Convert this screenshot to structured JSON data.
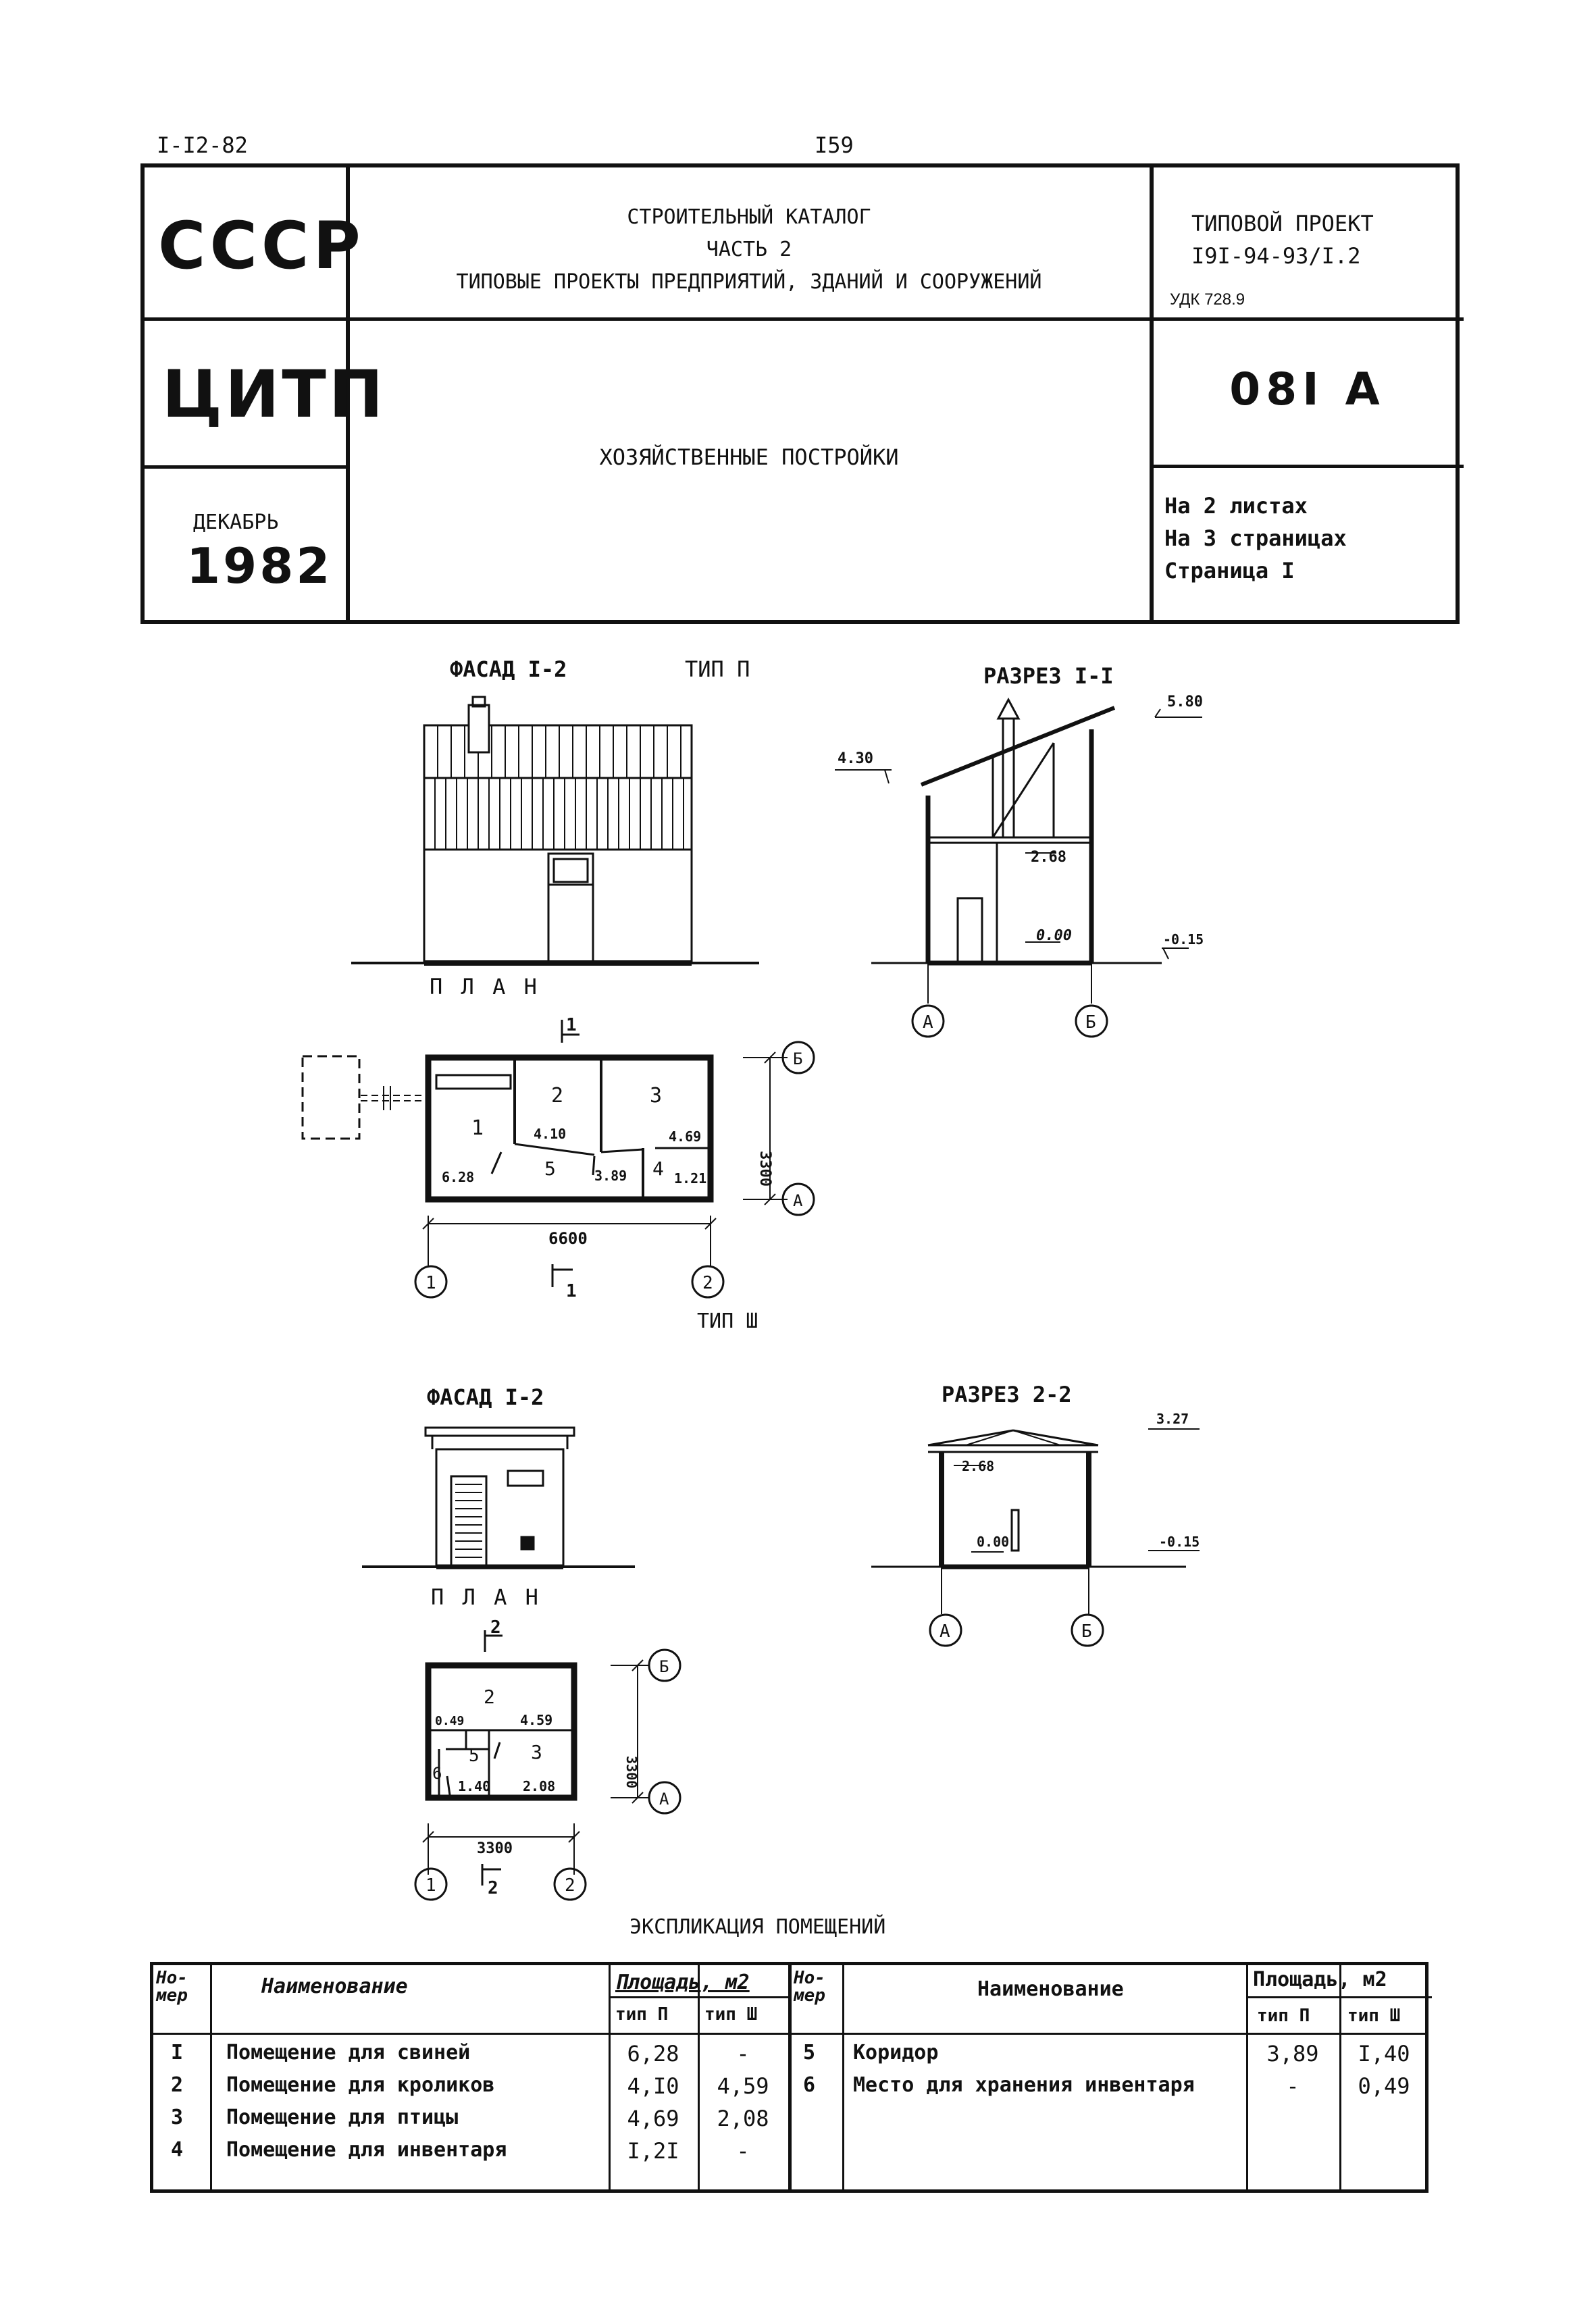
{
  "top": {
    "left_code": "I-I2-82",
    "page_no": "I59"
  },
  "header": {
    "ussr": "СССР",
    "citp": "ЦИТП",
    "month": "ДЕКАБРЬ",
    "year": "1982",
    "catalog_line1": "СТРОИТЕЛЬНЫЙ КАТАЛОГ",
    "catalog_line2": "ЧАСТЬ 2",
    "catalog_line3": "ТИПОВЫЕ ПРОЕКТЫ ПРЕДПРИЯТИЙ, ЗДАНИЙ И СООРУЖЕНИЙ",
    "title": "ХОЗЯЙСТВЕННЫЕ ПОСТРОЙКИ",
    "project_label": "ТИПОВОЙ ПРОЕКТ",
    "project_no": "I9I-94-93/I.2",
    "udk": "УДК 728.9",
    "code": "08I A",
    "sheets": "На 2 листах",
    "pages": "На 3 страницах",
    "page": "Страница I"
  },
  "drawings": {
    "type2": {
      "facade_title": "ФАСАД I-2",
      "type_label": "ТИП  П",
      "section_title": "РАЗРЕЗ I-I",
      "plan_title": "П Л А Н",
      "elev_top": "5.80",
      "elev_left": "4.30",
      "elev_ceiling": "2.68",
      "elev_floor": "0.00",
      "elev_ground": "-0.15",
      "axis_a": "А",
      "axis_b": "Б",
      "axis_1": "1",
      "axis_2": "2",
      "cut_mark": "1",
      "width_dim": "6600",
      "depth_dim": "3300",
      "rooms": [
        {
          "no": "1",
          "area": "6.28"
        },
        {
          "no": "2",
          "area": "4.10"
        },
        {
          "no": "3",
          "area": "4.69"
        },
        {
          "no": "4",
          "area": "1.21"
        },
        {
          "no": "5",
          "area": "3.89"
        }
      ]
    },
    "type3": {
      "type_label": "ТИП  Ш",
      "facade_title": "ФАСАД I-2",
      "section_title": "РАЗРЕЗ 2-2",
      "plan_title": "П Л А Н",
      "elev_top": "3.27",
      "elev_ceiling": "2.68",
      "elev_floor": "0.00",
      "elev_ground": "-0.15",
      "axis_a": "А",
      "axis_b": "Б",
      "axis_1": "1",
      "axis_2": "2",
      "cut_mark": "2",
      "width_dim": "3300",
      "depth_dim": "3300",
      "rooms": [
        {
          "no": "2",
          "area": "4.59"
        },
        {
          "no": "3",
          "area": "2.08"
        },
        {
          "no": "5",
          "area": "1.40"
        },
        {
          "no": "6",
          "area": "0.49"
        }
      ]
    }
  },
  "table": {
    "title": "ЭКСПЛИКАЦИЯ ПОМЕЩЕНИЙ",
    "col_no": "Но-мер",
    "col_name": "Наименование",
    "col_area": "Площадь, м2",
    "col_t2": "тип П",
    "col_t3": "тип Ш",
    "left_rows": [
      {
        "no": "I",
        "name": "Помещение для свиней",
        "t2": "6,28",
        "t3": "-"
      },
      {
        "no": "2",
        "name": "Помещение для кроликов",
        "t2": "4,I0",
        "t3": "4,59"
      },
      {
        "no": "3",
        "name": "Помещение для птицы",
        "t2": "4,69",
        "t3": "2,08"
      },
      {
        "no": "4",
        "name": "Помещение для инвентаря",
        "t2": "I,2I",
        "t3": "-"
      }
    ],
    "right_rows": [
      {
        "no": "5",
        "name": "Коридор",
        "t2": "3,89",
        "t3": "I,40"
      },
      {
        "no": "6",
        "name": "Место для хранения инвентаря",
        "t2": "-",
        "t3": "0,49"
      }
    ]
  }
}
